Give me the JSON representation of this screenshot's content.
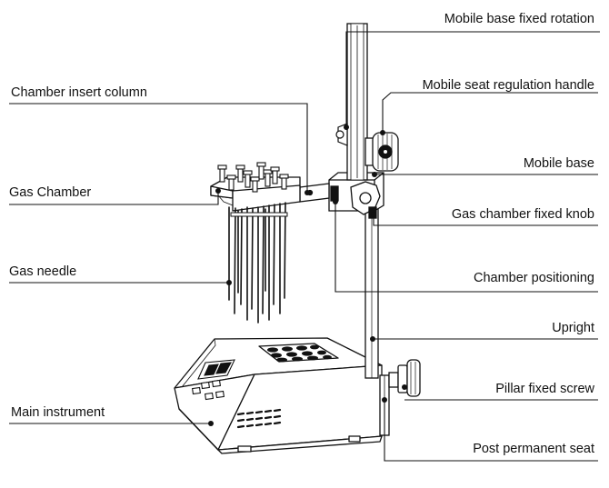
{
  "labels": {
    "mobile_base_fixed_rotation": "Mobile base fixed rotation",
    "mobile_seat_regulation_handle": "Mobile seat regulation handle",
    "mobile_base": "Mobile base",
    "gas_chamber_fixed_knob": "Gas chamber fixed knob",
    "chamber_positioning": "Chamber positioning",
    "upright": "Upright",
    "pillar_fixed_screw": "Pillar fixed screw",
    "post_permanent_seat": "Post permanent seat",
    "chamber_insert_column": "Chamber insert column",
    "gas_chamber": "Gas Chamber",
    "gas_needle": "Gas needle",
    "main_instrument": "Main instrument"
  },
  "colors": {
    "line": "#111111",
    "background": "#ffffff"
  }
}
